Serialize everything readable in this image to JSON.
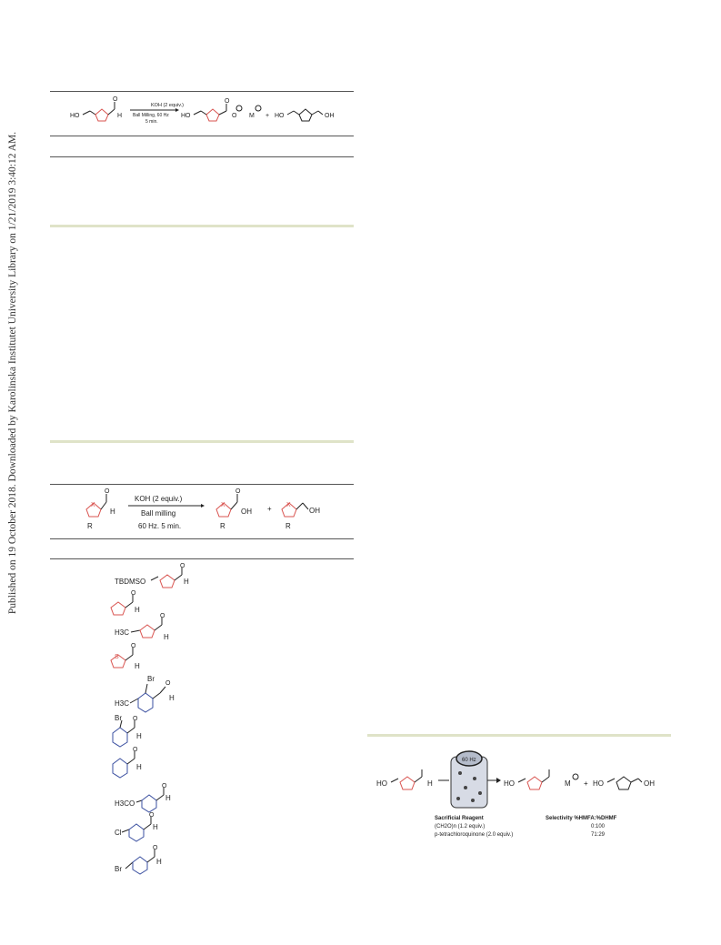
{
  "sidebar": {
    "text": "Published on 19 October 2018. Downloaded by Karolinska Institutet University Library on 1/21/2019 3:40:12 AM."
  },
  "scheme1": {
    "ho": "HO",
    "h": "H",
    "o": "O",
    "reagent": "KOH (2 equiv.)",
    "conditions1": "Ball Milling, 60 Hz",
    "conditions2": "5 min.",
    "product_ho": "HO",
    "o_minus": "O",
    "m_plus": "M",
    "plus": "+",
    "diol_ho": "HO",
    "diol_oh": "OH"
  },
  "scheme2": {
    "x": "X",
    "r": "R",
    "h": "H",
    "o": "O",
    "reagent": "KOH (2 equiv.)",
    "conditions1": "Ball milling",
    "conditions2": "60 Hz. 5 min.",
    "oh": "OH",
    "plus": "+",
    "alc_oh": "OH"
  },
  "substrates": [
    {
      "prefix": "TBDMSO",
      "kind": "furan"
    },
    {
      "prefix": "",
      "kind": "furan"
    },
    {
      "prefix": "H3C",
      "kind": "furan"
    },
    {
      "prefix": "",
      "kind": "thiophene",
      "hetero": "S"
    },
    {
      "prefix": "H3C",
      "kind": "benzene",
      "sub": "Br"
    },
    {
      "prefix": "",
      "kind": "benzene",
      "sub": "Br"
    },
    {
      "prefix": "",
      "kind": "benzene"
    },
    {
      "prefix": "H3CO",
      "kind": "benzene"
    },
    {
      "prefix": "Cl",
      "kind": "benzene"
    },
    {
      "prefix": "Br",
      "kind": "benzene"
    }
  ],
  "scheme3": {
    "ho": "HO",
    "h": "H",
    "freq": "60 Hz",
    "product_ho": "HO",
    "m_plus": "M",
    "diol_ho": "HO",
    "diol_oh": "OH",
    "plus": "+",
    "col1_header": "Sacrificial Reagent",
    "col2_header": "Selectivity %HMFA:%DHMF",
    "rows": [
      {
        "reagent": "(CH2O)n (1.2 equiv.)",
        "selectivity": "0:100"
      },
      {
        "reagent": "p-tetrachloroquinone (2.0 equiv.)",
        "selectivity": "71:29"
      }
    ]
  }
}
